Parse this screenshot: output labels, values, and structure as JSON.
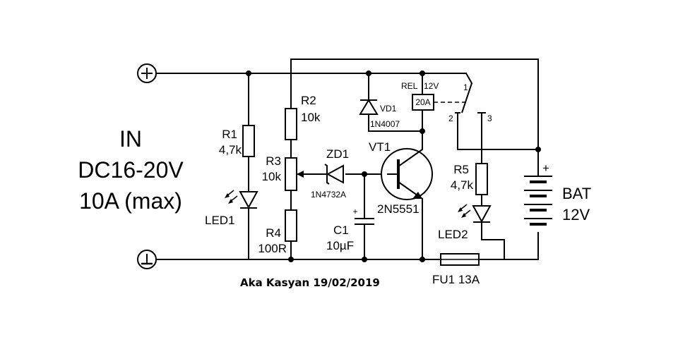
{
  "input": {
    "line1": "IN",
    "line2": "DC16-20V",
    "line3": "10A (max)"
  },
  "components": {
    "r1": {
      "name": "R1",
      "value": "4,7k"
    },
    "led1": {
      "name": "LED1"
    },
    "r2": {
      "name": "R2",
      "value": "10k"
    },
    "r3": {
      "name": "R3",
      "value": "10k"
    },
    "r4": {
      "name": "R4",
      "value": "100R"
    },
    "vd1": {
      "name": "VD1",
      "value": "1N4007"
    },
    "zd1": {
      "name": "ZD1",
      "value": "1N4732A"
    },
    "c1": {
      "name": "C1",
      "value": "10µF"
    },
    "vt1": {
      "name": "VT1",
      "value": "2N5551"
    },
    "rel": {
      "name": "REL",
      "voltage": "12V",
      "rating": "20A"
    },
    "relay_pins": {
      "p1": "1",
      "p2": "2",
      "p3": "3"
    },
    "r5": {
      "name": "R5",
      "value": "4,7k"
    },
    "led2": {
      "name": "LED2"
    },
    "fu1": {
      "label": "FU1 13A"
    },
    "bat": {
      "name": "BAT",
      "value": "12V"
    }
  },
  "author": "Aka Kasyan 19/02/2019"
}
